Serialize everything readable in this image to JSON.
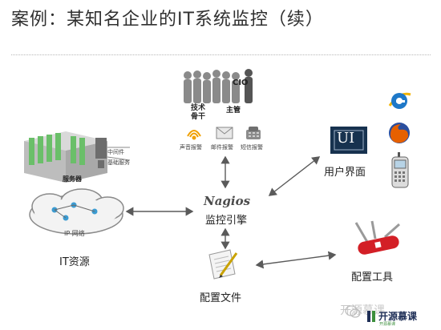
{
  "title": "案例：某知名企业的IT系统监控（续）",
  "roles": {
    "cio": "CIO",
    "tech_backbone": "技术\n骨干",
    "supervisor": "主管"
  },
  "alerts": {
    "sound": "声音报警",
    "email": "邮件报警",
    "sms": "短信报警"
  },
  "nagios": {
    "logo": "Nagios",
    "label": "监控引擎"
  },
  "user_ui": {
    "ui_text": "UI",
    "label": "用户界面"
  },
  "servers": {
    "label": "服务器",
    "middleware": "中间件",
    "base_service": "基础服务"
  },
  "network": {
    "label": "IP 网络"
  },
  "it_resources": {
    "label": "IT资源"
  },
  "config_file": {
    "label": "配置文件"
  },
  "config_tools": {
    "label": "配置工具"
  },
  "watermark": {
    "main": "开源慕课",
    "sub": "开源慕课",
    "faint": "开源慕课"
  },
  "colors": {
    "arrow": "#5a5a5a",
    "server_green": "#6abf69",
    "ui_bg": "#17324f",
    "people": "#8a8a8a"
  }
}
